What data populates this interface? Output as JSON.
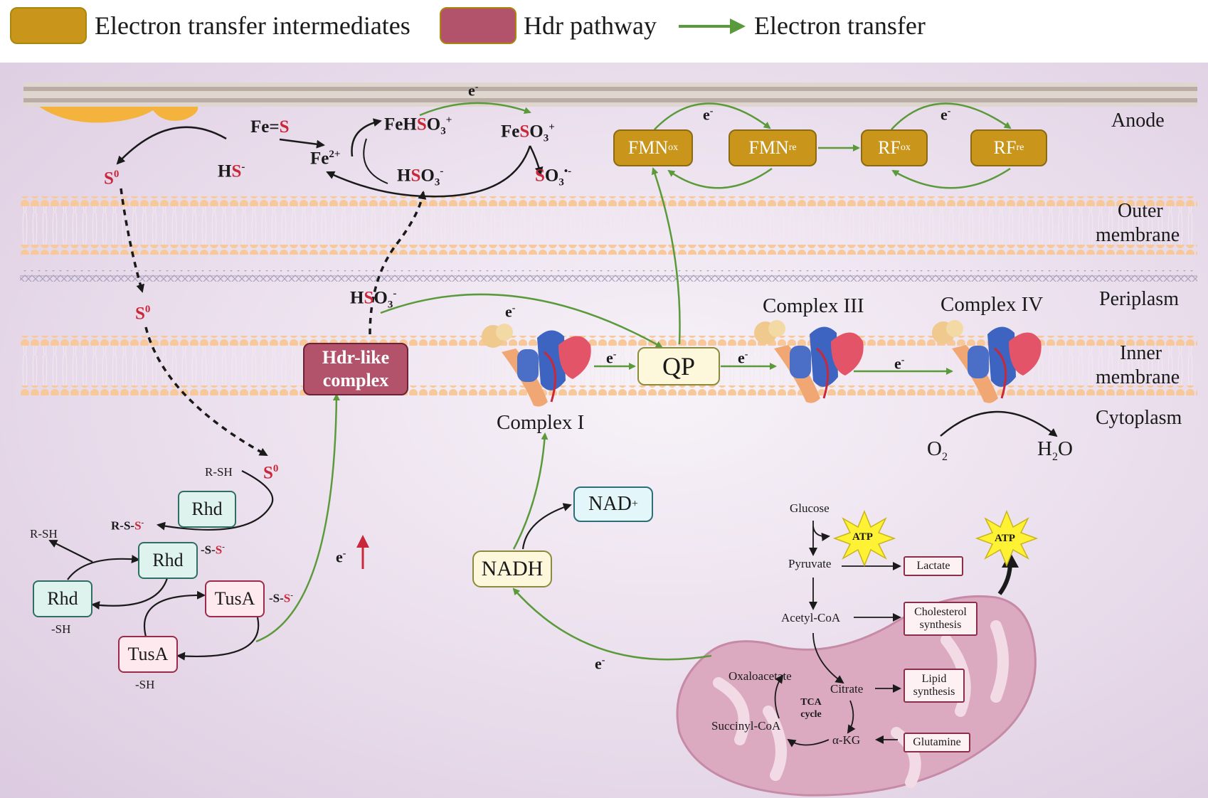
{
  "legend": {
    "intermediates_label": "Electron transfer intermediates",
    "intermediates_color": "#c9961b",
    "hdr_label": "Hdr pathway",
    "hdr_color": "#b2536b",
    "transfer_label": "Electron transfer",
    "transfer_color": "#5a9a3a"
  },
  "regions": {
    "anode": "Anode",
    "outer_membrane_1": "Outer",
    "outer_membrane_2": "membrane",
    "periplasm": "Periplasm",
    "inner_membrane_1": "Inner",
    "inner_membrane_2": "membrane",
    "cytoplasm": "Cytoplasm"
  },
  "electron": "e",
  "electron_sup": "-",
  "sulfur": {
    "fe_part": "Fe=",
    "s_part": "S",
    "s0_s": "S",
    "s0_sup": "0",
    "hs_h": "H",
    "hs_s": "S",
    "hs_sup": "-",
    "fe2": "Fe",
    "fe2_sup": "2+",
    "fehso3_fe": "FeH",
    "fehso3_s": "S",
    "fehso3_o": "O",
    "fehso3_sub": "3",
    "fehso3_sup": "+",
    "feso3_fe": "Fe",
    "feso3_s": "S",
    "feso3_o": "O",
    "feso3_sub": "3",
    "feso3_sup": "+",
    "hso3_h": "H",
    "hso3_s": "S",
    "hso3_o": "O",
    "hso3_sub": "3",
    "hso3_sup": "-",
    "so3_s": "S",
    "so3_o": "O",
    "so3_sub": "3",
    "so3_sup": "•-"
  },
  "flavins": {
    "fmn": "FMN",
    "ox": "ox",
    "re": "re",
    "rf": "RF"
  },
  "hdr_complex": {
    "line1": "Hdr-like",
    "line2": "complex"
  },
  "proteins": {
    "qp": "QP",
    "complex1": "Complex I",
    "complex3": "Complex III",
    "complex4": "Complex IV"
  },
  "oxygen": {
    "o2": "O",
    "o2_sub": "2",
    "h2o_h": "H",
    "h2o_sub": "2",
    "h2o_o": "O"
  },
  "rhodanese": {
    "rhd": "Rhd",
    "tusa": "TusA",
    "rsh_top": "R-SH",
    "rsh_left": "R-SH",
    "rss_r": "R-S-",
    "rss_s": "S",
    "rss_sup": "-",
    "sss_pre": "-S-",
    "sss_s": "S",
    "sss_sup": "-",
    "tusa_sss_pre": "-S-",
    "tusa_sss_s": "S",
    "tusa_sss_sup": "-",
    "sh1": "-SH",
    "sh2": "-SH"
  },
  "nad": {
    "nadh": "NADH",
    "nad": "NAD",
    "nad_sup": "+"
  },
  "metabolism": {
    "glucose": "Glucose",
    "atp": "ATP",
    "pyruvate": "Pyruvate",
    "lactate": "Lactate",
    "acetyl_coa": "Acetyl-CoA",
    "cholesterol": "Cholesterol synthesis",
    "oxaloacetate": "Oxaloacetate",
    "citrate": "Citrate",
    "lipid": "Lipid synthesis",
    "tca": "TCA cycle",
    "succinyl": "Succinyl-CoA",
    "akg": "α-KG",
    "glutamine": "Glutamine"
  },
  "colors": {
    "membrane_bead": "#f7c89a",
    "anode_bar": "#d9cfc8",
    "anode_blob": "#f3b33d",
    "mito_fill": "#dcaac0",
    "arrow_red": "#c8283a"
  }
}
